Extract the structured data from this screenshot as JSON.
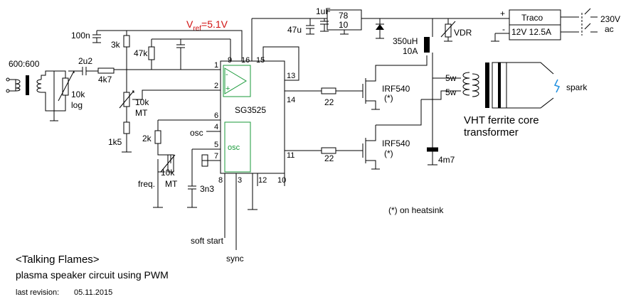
{
  "title": "<Talking Flames>",
  "subtitle": "plasma speaker circuit using PWM",
  "revision_label": "last revision:",
  "revision_date": "05.11.2015",
  "ic": {
    "name": "SG3525",
    "osc": "osc",
    "pins": {
      "p1": "1",
      "p2": "2",
      "p3": "3",
      "p4": "4",
      "p5": "5",
      "p6": "6",
      "p7": "7",
      "p8": "8",
      "p9": "9",
      "p10": "10",
      "p11": "11",
      "p12": "12",
      "p13": "13",
      "p14": "14",
      "p15": "15",
      "p16": "16"
    }
  },
  "vref": {
    "v": "V",
    "sub": "ref",
    "rest": "=5.1V"
  },
  "components": {
    "transformer_in": "600:600",
    "cap_in": "2u2",
    "r_in": "4k7",
    "pot_vol": "10k",
    "pot_vol_type": "log",
    "cap_100n": "100n",
    "r_3k": "3k",
    "r_47k": "47k",
    "pot_mt1": "10k",
    "mt1": "MT",
    "r_1k5": "1k5",
    "r_2k": "2k",
    "osc_label": "osc",
    "pot_freq": "10k",
    "freq_label": "freq.",
    "mt2": "MT",
    "cap_3n3": "3n3",
    "soft_start": "soft start",
    "sync": "sync",
    "r_22a": "22",
    "r_22b": "22",
    "mosfet1": "IRF540",
    "mosfet1_note": "(*)",
    "mosfet2": "IRF540",
    "mosfet2_note": "(*)",
    "heatsink_note": "(*) on heatsink",
    "cap_1uF": "1uF",
    "cap_47u": "47u",
    "reg_top": "78",
    "reg_bot": "10",
    "inductor": "350uH",
    "inductor_current": "10A",
    "vdr": "VDR",
    "cap_4m7": "4m7",
    "supply_name": "Traco",
    "supply_rating": "12V 12.5A",
    "plus": "+",
    "minus": "-",
    "mains1": "230V",
    "mains2": "ac",
    "winding1": "5w",
    "winding2": "5w",
    "spark": "spark",
    "trafo1": "VHT ferrite core",
    "trafo2": "transformer"
  },
  "colors": {
    "wire": "#000000",
    "opamp": "#1a9a3a",
    "vref": "#d01010",
    "spark": "#2090e0"
  }
}
